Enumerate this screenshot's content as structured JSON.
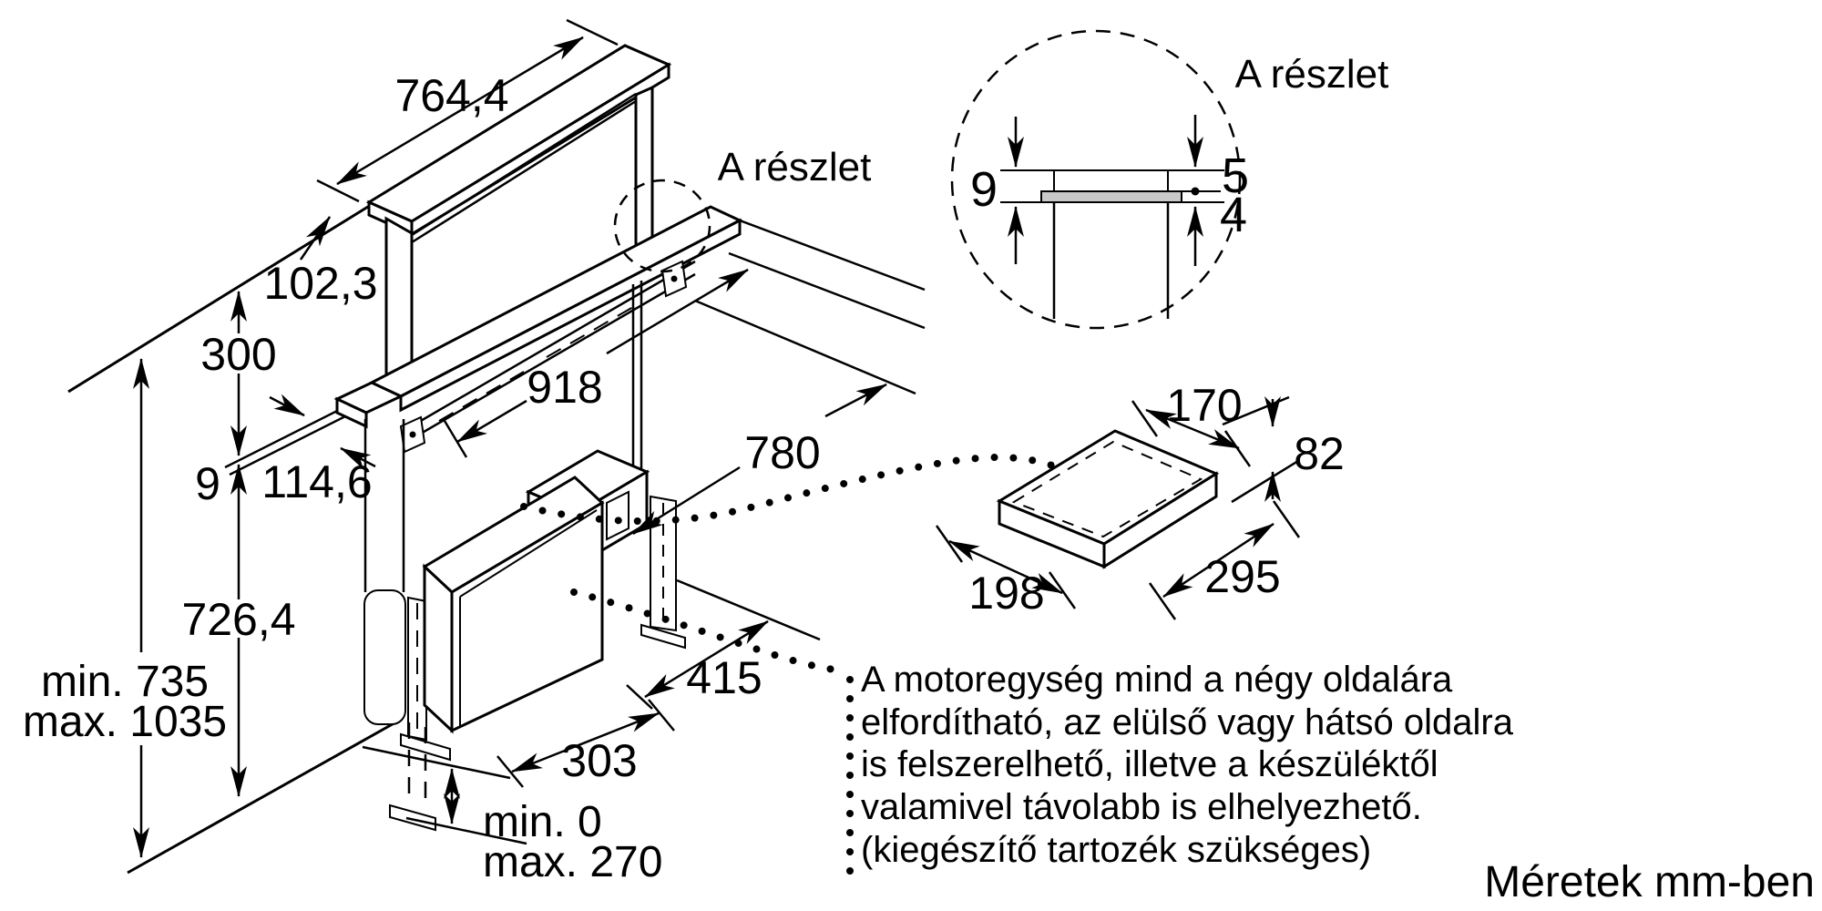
{
  "figure": {
    "kind": "appliance installation drawing (downdraft hood)",
    "units_note": "Méretek mm-ben",
    "colors": {
      "line": "#000000",
      "background": "#ffffff",
      "detail_fill": "#c9c9c9"
    },
    "main": {
      "detail_ref": "A részlet",
      "dims": {
        "w764": "764,4",
        "g102": "102,3",
        "h300": "300",
        "t9": "9",
        "d114": "114,6",
        "c918": "918",
        "c780": "780",
        "h726": "726,4",
        "hmin": "min. 735",
        "hmax": "max. 1035",
        "m415": "415",
        "m303": "303",
        "dmin": "min. 0",
        "dmax": "max. 270"
      }
    },
    "detail": {
      "title": "A részlet",
      "d9": "9",
      "d5": "5",
      "d4": "4"
    },
    "box": {
      "d170": "170",
      "d82": "82",
      "d198": "198",
      "d295": "295"
    },
    "note": {
      "lines": [
        "A motoregység mind a négy oldalára",
        "elfordítható, az elülső vagy hátsó oldalra",
        "is felszerelhető, illetve a készüléktől",
        "valamivel távolabb is elhelyezhető.",
        "(kiegészítő tartozék szükséges)"
      ]
    }
  }
}
